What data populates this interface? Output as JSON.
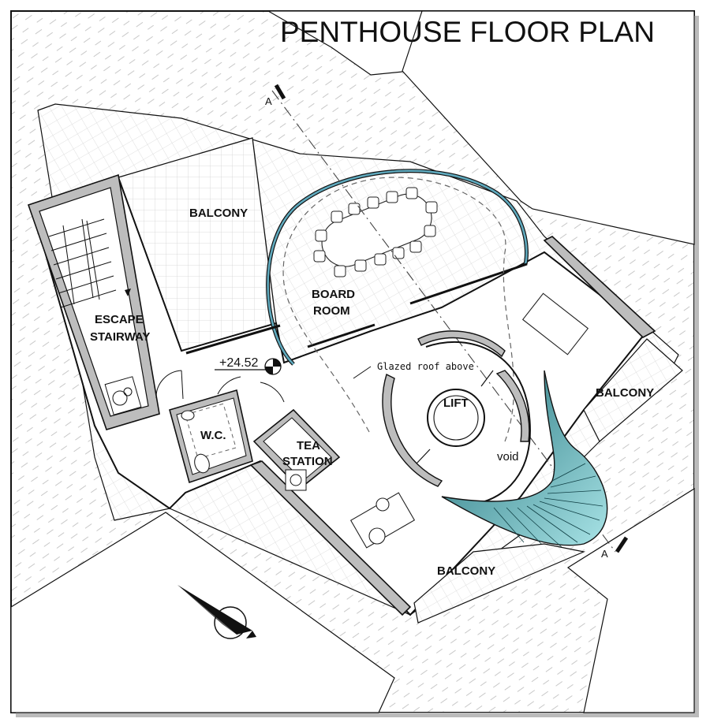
{
  "title": "PENTHOUSE FLOOR PLAN",
  "rooms": {
    "balcony_main": "BALCONY",
    "board_room_line1": "BOARD",
    "board_room_line2": "ROOM",
    "escape_line1": "ESCAPE",
    "escape_line2": "STAIRWAY",
    "wc": "W.C.",
    "tea_line1": "TEA",
    "tea_line2": "STATION",
    "lift": "LIFT",
    "void": "void",
    "balcony_right": "BALCONY",
    "balcony_bottom": "BALCONY"
  },
  "annotations": {
    "glazed_roof": "Glazed roof above",
    "level": "+24.52",
    "section_top": "A",
    "section_bottom": "A"
  },
  "icons": [
    "north-arrow-icon",
    "level-marker-icon",
    "section-marker-icon",
    "wheelchair-icon"
  ],
  "colors": {
    "glass": "#5fa9bd",
    "stair_teal_dark": "#1f6f78",
    "stair_teal_light": "#a8e3e6",
    "wall_fill": "#bdbdbd",
    "hatch": "#c8c8c8"
  }
}
